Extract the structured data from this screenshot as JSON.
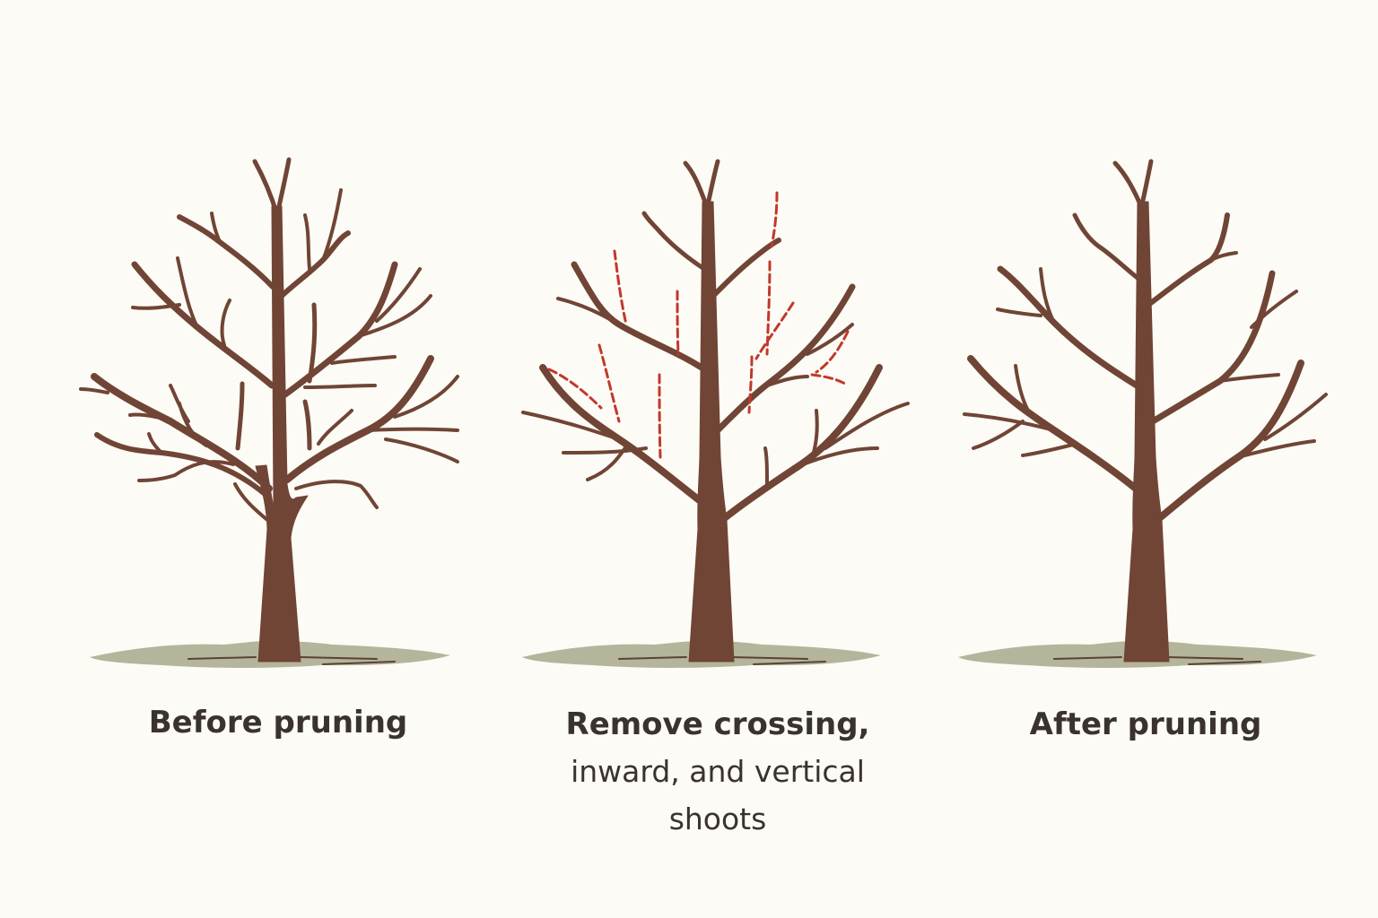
{
  "colors": {
    "background": "#fdfbf6",
    "trunk": "#704535",
    "ground": "#b4b59a",
    "ground_line": "#5a4236",
    "cut_marks": "#c0392b",
    "text": "#3a3230"
  },
  "panels": [
    {
      "id": "before",
      "caption": "Before pruning"
    },
    {
      "id": "during",
      "caption_lines": [
        "Remove crossing,",
        "inward, and vertical",
        "shoots"
      ]
    },
    {
      "id": "after",
      "caption": "After pruning"
    }
  ]
}
